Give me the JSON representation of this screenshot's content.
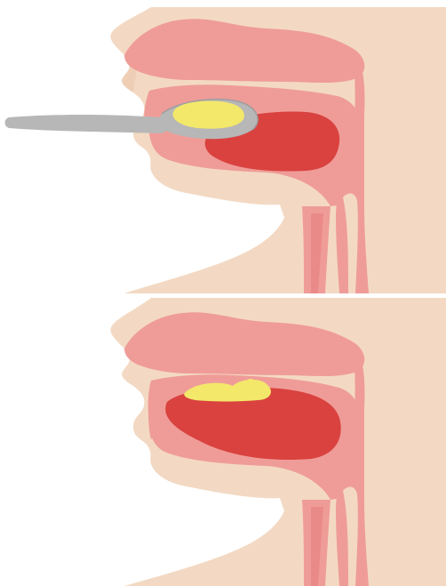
{
  "figure": {
    "panels": [
      {
        "id": "before",
        "utensil": "spoon",
        "food_state": "on-spoon"
      },
      {
        "id": "after",
        "utensil": "none",
        "food_state": "on-tongue-against-palate"
      }
    ],
    "colors": {
      "skin": "#f3d9c3",
      "skin_shadow": "#e9c6aa",
      "mucosa": "#ef9c98",
      "mucosa_dark": "#e57c7c",
      "tongue": "#d9423f",
      "food": "#f3e86a",
      "spoon": "#b7b7b7",
      "spoon_dark": "#9e9e9e",
      "background": "#ffffff"
    },
    "icons": [
      "spoon-icon"
    ]
  }
}
